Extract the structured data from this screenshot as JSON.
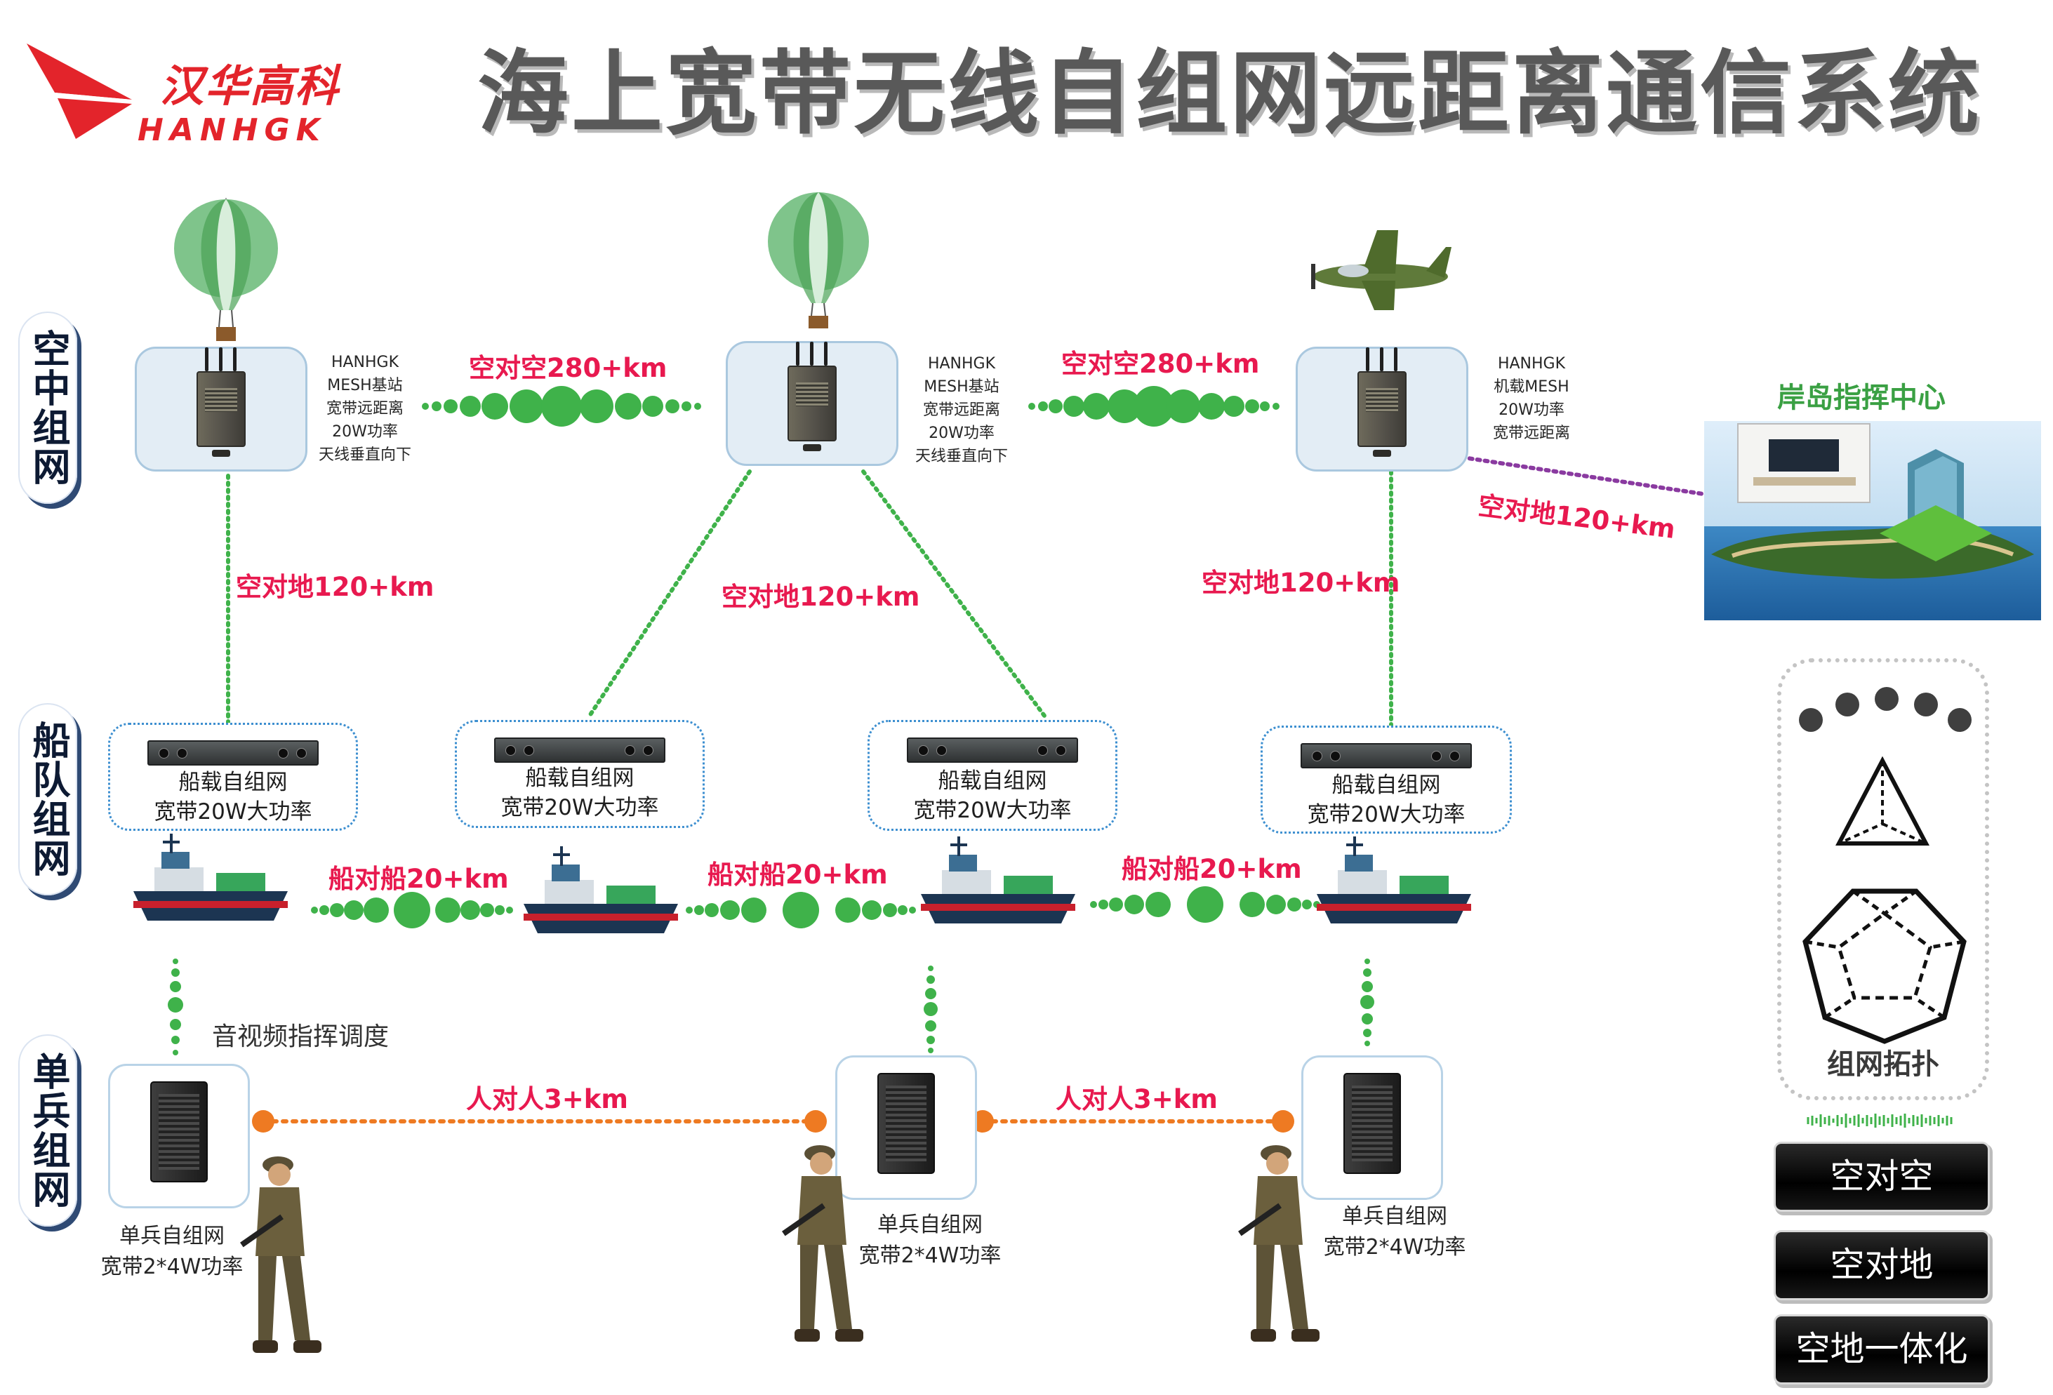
{
  "title": "海上宽带无线自组网远距离通信系统",
  "brand": {
    "name_cn": "汉华高科",
    "name_en": "HANHGK",
    "color": "#e3242b"
  },
  "sections": {
    "air": "空中组网",
    "fleet": "船队组网",
    "soldier": "单兵组网"
  },
  "air_nodes": [
    {
      "platform": "balloon-icon",
      "label": [
        "HANHGK",
        "MESH基站",
        "宽带远距离",
        "20W功率",
        "天线垂直向下"
      ]
    },
    {
      "platform": "balloon-icon",
      "label": [
        "HANHGK",
        "MESH基站",
        "宽带远距离",
        "20W功率",
        "天线垂直向下"
      ]
    },
    {
      "platform": "airplane-icon",
      "label": [
        "HANHGK",
        "机载MESH",
        "20W功率",
        "宽带远距离"
      ]
    }
  ],
  "links": {
    "air_to_air_1": "空对空280+km",
    "air_to_air_2": "空对空280+km",
    "air_to_ground_1": "空对地120+km",
    "air_to_ground_2": "空对地120+km",
    "air_to_ground_3": "空对地120+km",
    "air_to_ground_island": "空对地120+km",
    "ship_to_ship_1": "船对船20+km",
    "ship_to_ship_2": "船对船20+km",
    "ship_to_ship_3": "船对船20+km",
    "person_to_person_1": "人对人3+km",
    "person_to_person_2": "人对人3+km",
    "audio_video": "音视频指挥调度"
  },
  "ship_nodes": [
    {
      "line1": "船载自组网",
      "line2": "宽带20W大功率"
    },
    {
      "line1": "船载自组网",
      "line2": "宽带20W大功率"
    },
    {
      "line1": "船载自组网",
      "line2": "宽带20W大功率"
    },
    {
      "line1": "船载自组网",
      "line2": "宽带20W大功率"
    }
  ],
  "soldier_nodes": [
    {
      "line1": "单兵自组网",
      "line2": "宽带2*4W功率"
    },
    {
      "line1": "单兵自组网",
      "line2": "宽带2*4W功率"
    },
    {
      "line1": "单兵自组网",
      "line2": "宽带2*4W功率"
    }
  ],
  "command_center": {
    "label": "岸岛指挥中心"
  },
  "legend": {
    "topology_label": "组网拓扑",
    "buttons": [
      "空对空",
      "空对地",
      "空地一体化"
    ]
  },
  "colors": {
    "link_text": "#e8194f",
    "mesh_dots": "#3fb24a",
    "orange_link": "#ee7a22",
    "island_link": "#8a3aa0",
    "side_shadow": "#2f4a74"
  }
}
